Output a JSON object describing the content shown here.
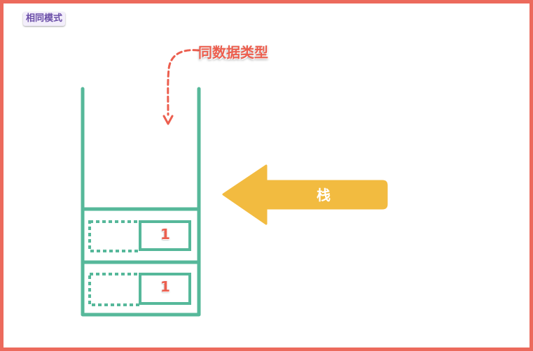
{
  "mode_tag": "相同模式",
  "type_annotation": "同数据类型",
  "stack_label": "栈",
  "stack_items": [
    {
      "value": "1"
    },
    {
      "value": "1"
    }
  ],
  "colors": {
    "frame": "#ec6a5c",
    "stack": "#56b89a",
    "arrow": "#f2bb40",
    "annotation": "#ec5f4f",
    "mode_tag": "#6b4fa8"
  },
  "icons": {
    "pointer_arrow": "curved-dashed-arrow-down",
    "stack_arrow": "block-arrow-left"
  }
}
